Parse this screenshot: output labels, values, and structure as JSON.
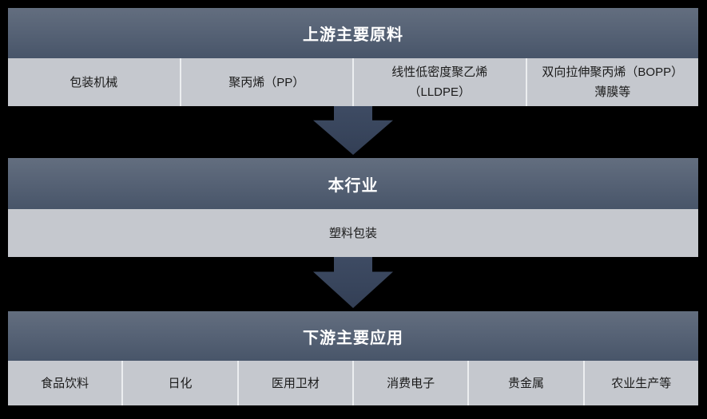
{
  "colors": {
    "background": "#000000",
    "header_gradient_top": "#636e7f",
    "header_gradient_bottom": "#485569",
    "row_background": "#c5c8ce",
    "cell_divider": "#eceef0",
    "arrow_fill": "#38455c",
    "header_text": "#ffffff",
    "cell_text": "#1b1b1b"
  },
  "sections": [
    {
      "title": "上游主要原料",
      "cells": [
        {
          "lines": [
            "包装机械"
          ]
        },
        {
          "lines": [
            "聚丙烯（PP）"
          ]
        },
        {
          "lines": [
            "线性低密度聚乙烯",
            "（LLDPE）"
          ]
        },
        {
          "lines": [
            "双向拉伸聚丙烯（BOPP）",
            "薄膜等"
          ]
        }
      ]
    },
    {
      "title": "本行业",
      "cells": [
        {
          "lines": [
            "塑料包装"
          ]
        }
      ]
    },
    {
      "title": "下游主要应用",
      "cells": [
        {
          "lines": [
            "食品饮料"
          ]
        },
        {
          "lines": [
            "日化"
          ]
        },
        {
          "lines": [
            "医用卫材"
          ]
        },
        {
          "lines": [
            "消费电子"
          ]
        },
        {
          "lines": [
            "贵金属"
          ]
        },
        {
          "lines": [
            "农业生产等"
          ]
        }
      ]
    }
  ],
  "arrows": [
    {
      "name": "down-arrow-1"
    },
    {
      "name": "down-arrow-2"
    }
  ]
}
